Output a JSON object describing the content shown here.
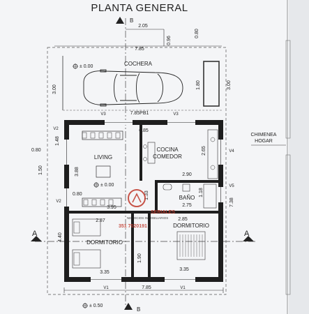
{
  "title": "PLANTA GENERAL",
  "section_marks": {
    "b_top": "B",
    "b_bottom": "B",
    "a_left": "A",
    "a_right": "A"
  },
  "rooms": {
    "cochera": "COCHERA",
    "living": "LIVING",
    "cocina": "COCINA",
    "comedor": "COMEDOR",
    "bano": "BAÑO",
    "dormitorio_left": "DORMITORIO",
    "dormitorio_right": "DORMITORIO"
  },
  "levels": {
    "cochera": "± 0.00",
    "living": "± 0.00",
    "exterior": "± 0.50"
  },
  "side_note": {
    "line1": "CHIMENEA",
    "line2": "HOGAR"
  },
  "dimensions": {
    "d_205": "2.05",
    "d_785_top": "7.85",
    "d_096": "0.96",
    "d_080_top": "0.80",
    "d_300_left": "3.00",
    "d_300_right": "3.00",
    "d_180": "1.80",
    "d_785_pb1": "7.85PB1",
    "d_685": "6.85",
    "d_148": "1.48",
    "d_080_left": "0.80",
    "d_150": "1.50",
    "d_388": "3.88",
    "d_265": "2.65",
    "d_290": "2.90",
    "d_080_living": "0.80",
    "d_395": "3.95",
    "d_133": "1.33",
    "d_118": "1.18",
    "d_275": "2.75",
    "d_738": "7.38",
    "d_287": "2.87",
    "d_285": "2.85",
    "d_440": "4.40",
    "d_190": "1.90",
    "d_335_left": "3.35",
    "d_335_right": "3.35",
    "d_785_bottom": "7.85"
  },
  "openings": {
    "v1_left": "V1",
    "v1_right": "V1",
    "v2_top": "V2",
    "v2_mid": "V2",
    "v3_left": "V3",
    "v3_right": "V3",
    "v4": "V4",
    "v5": "V5"
  },
  "watermark": {
    "brand": "SERIALES",
    "phone": "351 7020191",
    "tagline": "NEGOCIOS INMOBILIARIOS"
  }
}
